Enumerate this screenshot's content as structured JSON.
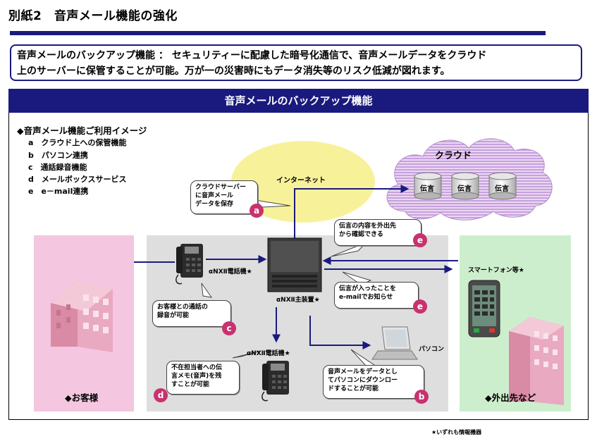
{
  "title": "別紙2　音声メール機能の強化",
  "summary": {
    "line1": "音声メールのバックアップ機能 ： セキュリティーに配慮した暗号化通信で、音声メールデータをクラウド",
    "line2": "上のサーバーに保管することが可能。万が一の災害時にもデータ消失等のリスク低減が図れます。"
  },
  "diagram": {
    "header": "音声メールのバックアップ機能",
    "legend": {
      "title": "◆音声メール機能ご利用イメージ",
      "items": [
        "a　クラウド上への保管機能",
        "b　パソコン連携",
        "c　通話録音機能",
        "d　メールボックスサービス",
        "e　e－mail連携"
      ]
    },
    "internet_label": "インターネット",
    "cloud": {
      "label": "クラウド",
      "cylinders": [
        "伝言",
        "伝言",
        "伝言"
      ]
    },
    "callouts": {
      "a": {
        "lines": [
          "クラウドサーバー",
          "に音声メール",
          "データを保存"
        ],
        "badge": "a"
      },
      "e1": {
        "lines": [
          "伝言の内容を外出先",
          "から確認できる"
        ],
        "badge": "e"
      },
      "e2": {
        "lines": [
          "伝言が入ったことを",
          "e-mailでお知らせ"
        ],
        "badge": "e"
      },
      "c": {
        "lines": [
          "お客様との通話の",
          "録音が可能"
        ],
        "badge": "c"
      },
      "d": {
        "lines": [
          "不在担当者への伝",
          "言メモ(音声)を残",
          "すことが可能"
        ],
        "badge": "d"
      },
      "b": {
        "lines": [
          "音声メールをデータとし",
          "てパソコンにダウンロー",
          "ドすることが可能"
        ],
        "badge": "b"
      }
    },
    "labels": {
      "phone_top": "αNXⅡ電話機★",
      "main_unit": "αNXⅡ主装置★",
      "phone_bottom": "αNXⅡ電話機★",
      "pc": "パソコン",
      "smartphone": "スマートフォン等★",
      "customer": "◆お客様",
      "destination": "◆外出先など"
    },
    "colors": {
      "navy": "#1a1a7e",
      "badge": "#c8326e",
      "customer_panel": "#f4c6df",
      "destination_panel": "#cdeecd",
      "center_panel": "#dedede",
      "internet_ellipse": "#f7f29a",
      "cloud_fill": "#d7b6e6"
    }
  },
  "footnote": "★いずれも情報機器"
}
